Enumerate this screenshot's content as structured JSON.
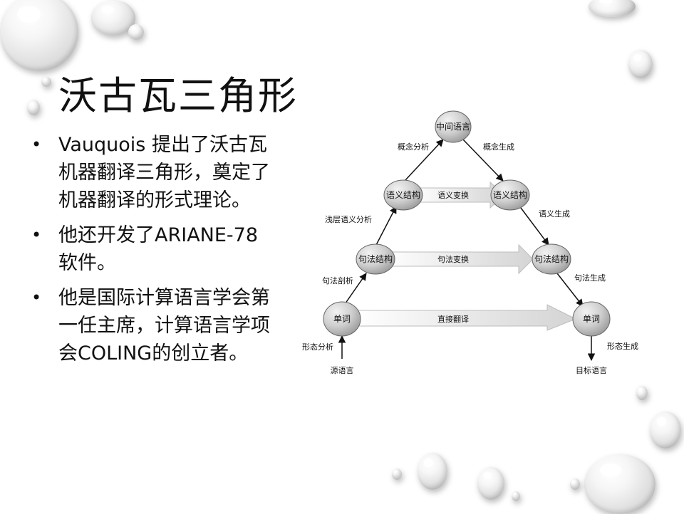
{
  "slide": {
    "title": "沃古瓦三角形",
    "bullets": [
      "Vauquois  提出了沃古瓦机器翻译三角形，奠定了机器翻译的形式理论。",
      "他还开发了ARIANE-78软件。",
      "他是国际计算语言学会第一任主席，计算语言学项会COLING的创立者。"
    ]
  },
  "diagram": {
    "nodes": {
      "interlingua": "中间语言",
      "semantic_left": "语义结构",
      "semantic_right": "语义结构",
      "syntax_left": "句法结构",
      "syntax_right": "句法结构",
      "word_left": "单词",
      "word_right": "单词"
    },
    "edges": {
      "concept_analysis": "概念分析",
      "concept_generation": "概念生成",
      "shallow_semantic_analysis": "浅层语义分析",
      "semantic_generation": "语义生成",
      "syntax_parsing": "句法剖析",
      "syntax_generation": "句法生成",
      "morph_analysis": "形态分析",
      "morph_generation": "形态生成",
      "semantic_transfer": "语义变换",
      "syntax_transfer": "句法变换",
      "direct_translation": "直接翻译"
    },
    "io": {
      "source": "源语言",
      "target": "目标语言"
    }
  }
}
